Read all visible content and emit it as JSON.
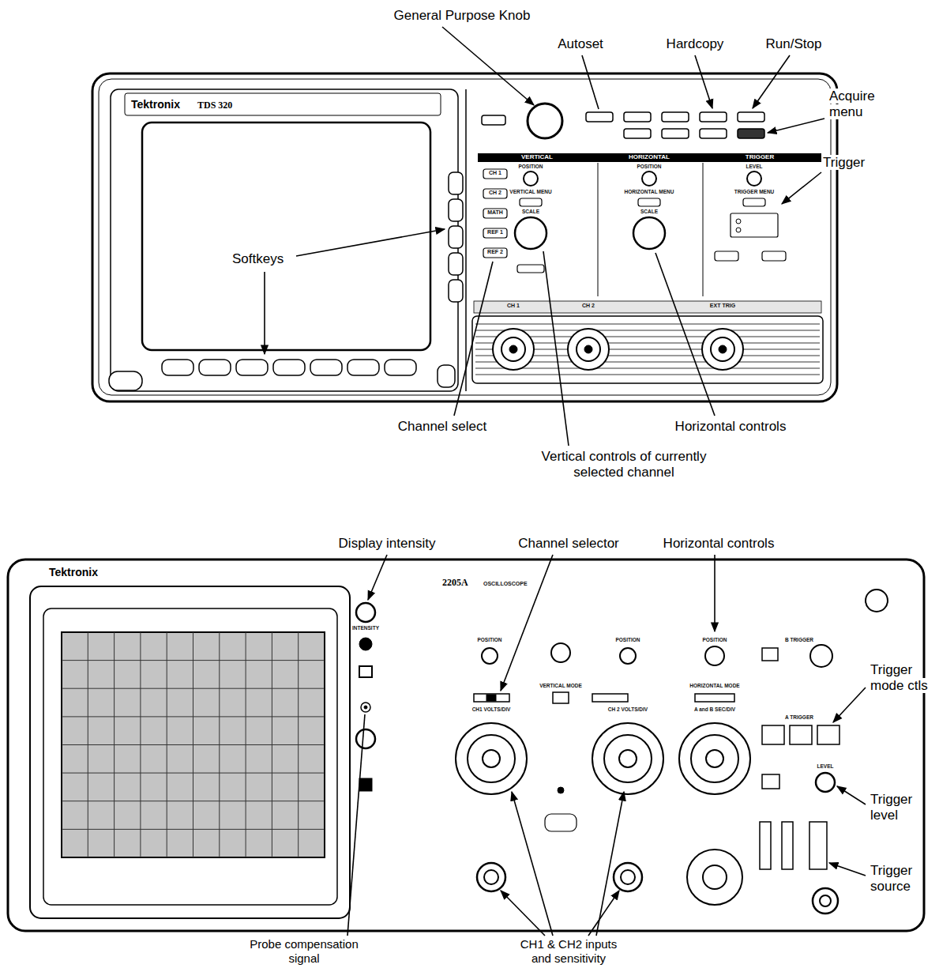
{
  "diagram": {
    "labels": [
      "General Purpose Knob",
      "Autoset",
      "Hardcopy",
      "Run/Stop",
      "Acquire menu",
      "Trigger",
      "Softkeys",
      "Channel select",
      "Horizontal controls",
      "Vertical controls of currently selected channel",
      "Display intensity",
      "Channel selector",
      "Horizontal controls",
      "Trigger mode ctls",
      "Trigger level",
      "Trigger source",
      "Probe compensation signal",
      "CH1 & CH2 inputs and sensitivity",
      "Tektronix",
      "TDS 320",
      "VERTICAL",
      "HORIZONTAL",
      "TRIGGER",
      "CH 1",
      "CH 2",
      "MATH",
      "REF 1",
      "REF 2",
      "POSITION",
      "VERTICAL MENU",
      "SCALE",
      "POSITION",
      "HORIZONTAL MENU",
      "SCALE",
      "LEVEL",
      "TRIGGER MENU",
      "CH 1",
      "CH 2",
      "EXT TRIG",
      "Tektronix",
      "2205A",
      "OSCILLOSCOPE",
      "INTENSITY",
      "POSITION",
      "POSITION",
      "POSITION",
      "VERTICAL MODE",
      "HORIZONTAL MODE",
      "CH1 VOLTS/DIV",
      "CH 2 VOLTS/DIV",
      "A and B SEC/DIV",
      "A TRIGGER",
      "B TRIGGER",
      "LEVEL"
    ]
  }
}
